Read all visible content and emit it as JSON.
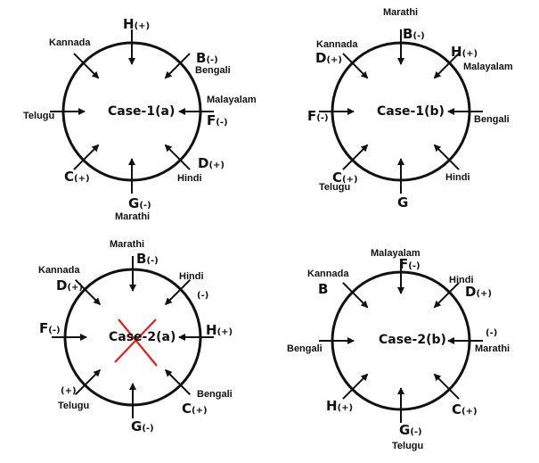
{
  "colors": {
    "stroke": "#111111",
    "cross": "#e02020"
  },
  "diagrams": [
    {
      "title": "Case-1(a)",
      "crossed_out": false,
      "labels": [
        {
          "letter": "H",
          "sign": "(+)"
        },
        {
          "lang": "Kannada"
        },
        {
          "letter": "B",
          "sign": "(-)"
        },
        {
          "lang": "Bengali"
        },
        {
          "lang": "Malayalam"
        },
        {
          "letter": "F",
          "sign": "(-)"
        },
        {
          "lang": "Telugu"
        },
        {
          "letter": "C",
          "sign": "(+)"
        },
        {
          "letter": "D",
          "sign": "(+)"
        },
        {
          "lang": "Hindi"
        },
        {
          "letter": "G",
          "sign": "(-)"
        },
        {
          "lang": "Marathi"
        }
      ]
    },
    {
      "title": "Case-1(b)",
      "crossed_out": false,
      "labels": [
        {
          "lang": "Marathi"
        },
        {
          "letter": "B",
          "sign": "(-)"
        },
        {
          "lang": "Kannada"
        },
        {
          "letter": "D",
          "sign": "(+)"
        },
        {
          "letter": "H",
          "sign": "(+)"
        },
        {
          "lang": "Malayalam"
        },
        {
          "letter": "F",
          "sign": "(-)"
        },
        {
          "lang": "Bengali"
        },
        {
          "letter": "C",
          "sign": "(+)"
        },
        {
          "lang": "Telugu"
        },
        {
          "lang": "Hindi"
        },
        {
          "letter": "G",
          "sign": ""
        }
      ]
    },
    {
      "title": "Case-2(a)",
      "crossed_out": true,
      "labels": [
        {
          "lang": "Marathi"
        },
        {
          "letter": "B",
          "sign": "(-)"
        },
        {
          "lang": "Kannada"
        },
        {
          "letter": "D",
          "sign": "(+)"
        },
        {
          "lang": "Hindi"
        },
        {
          "letter": "",
          "sign": "(-)"
        },
        {
          "letter": "F",
          "sign": "(-)"
        },
        {
          "letter": "H",
          "sign": "(+)"
        },
        {
          "letter": "",
          "sign": "(+)"
        },
        {
          "lang": "Telugu"
        },
        {
          "lang": "Bengali"
        },
        {
          "letter": "C",
          "sign": "(+)"
        },
        {
          "letter": "G",
          "sign": "(-)"
        }
      ]
    },
    {
      "title": "Case-2(b)",
      "crossed_out": false,
      "labels": [
        {
          "lang": "Malayalam"
        },
        {
          "letter": "F",
          "sign": "(-)"
        },
        {
          "lang": "Kannada"
        },
        {
          "letter": "B",
          "sign": ""
        },
        {
          "lang": "Hindi"
        },
        {
          "letter": "D",
          "sign": "(+)"
        },
        {
          "letter": "",
          "sign": "(-)"
        },
        {
          "lang": "Bengali"
        },
        {
          "lang": "Marathi"
        },
        {
          "letter": "H",
          "sign": "(+)"
        },
        {
          "letter": "C",
          "sign": "(+)"
        },
        {
          "letter": "G",
          "sign": "(-)"
        },
        {
          "lang": "Telugu"
        }
      ]
    }
  ]
}
